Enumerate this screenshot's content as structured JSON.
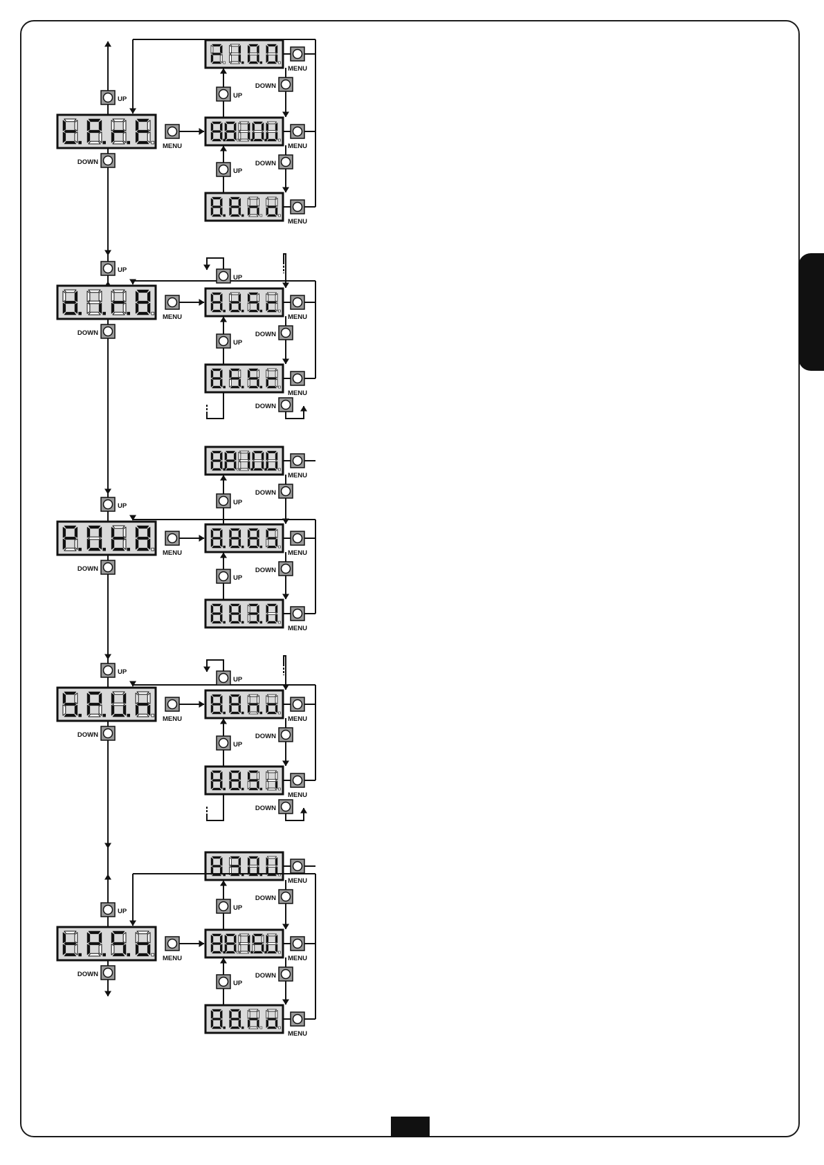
{
  "buttons": {
    "up": "UP",
    "down": "DOWN",
    "menu": "MENU"
  },
  "colors": {
    "lcd_background": "#d9d9d9",
    "segment_on": "#111111",
    "segment_off": "#ffffff",
    "button_fill": "#9a9a9a",
    "line": "#111111"
  },
  "sections": [
    {
      "id": "tpre",
      "kind": "values",
      "main_display": [
        "t.",
        "P.",
        "r.",
        "E"
      ],
      "options": [
        {
          "display": [
            "2",
            "1.",
            "0.",
            "0"
          ]
        },
        {
          "display": [
            "8.",
            "8",
            "1.",
            "0.",
            "U"
          ]
        },
        {
          "display": [
            "8.",
            "8.",
            "n",
            "o"
          ]
        }
      ]
    },
    {
      "id": "dir",
      "kind": "toggle",
      "main_display": [
        "d.",
        "i.",
        "r.",
        "8"
      ],
      "options": [
        {
          "display": [
            "8.",
            "d.",
            "S.",
            "c"
          ]
        },
        {
          "display": [
            "8.",
            "S.",
            "S.",
            "c"
          ]
        }
      ]
    },
    {
      "id": "pot",
      "kind": "values",
      "main_display": [
        "P.",
        "O.",
        "t.",
        "8"
      ],
      "options": [
        {
          "display": [
            "8.",
            "8",
            "1.",
            "0.",
            "0"
          ]
        },
        {
          "display": [
            "8.",
            "8.",
            "8.",
            "5"
          ]
        },
        {
          "display": [
            "8.",
            "8.",
            "3.",
            "0"
          ]
        }
      ]
    },
    {
      "id": "spun",
      "kind": "toggle",
      "main_display": [
        "S.",
        "P.",
        "U.",
        "n"
      ],
      "options": [
        {
          "display": [
            "8.",
            "8.",
            "n.",
            "o"
          ]
        },
        {
          "display": [
            "8.",
            "8.",
            "S.",
            "i"
          ]
        }
      ]
    },
    {
      "id": "tpso",
      "kind": "values",
      "main_display": [
        "t.",
        "P.",
        "S.",
        "o"
      ],
      "options": [
        {
          "display": [
            "8.",
            "3.",
            "0.",
            "U"
          ]
        },
        {
          "display": [
            "8.",
            "8",
            "1.",
            "5.",
            "U"
          ]
        },
        {
          "display": [
            "8.",
            "8.",
            "n",
            "o"
          ]
        }
      ]
    }
  ]
}
